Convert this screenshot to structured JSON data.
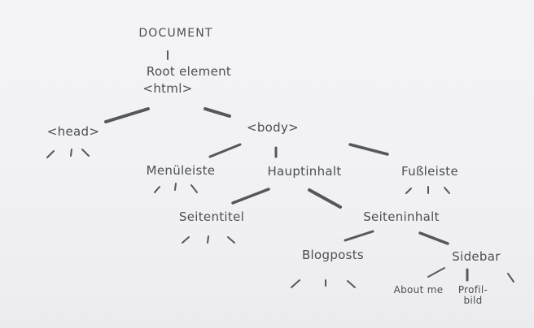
{
  "diagram": {
    "nodes": {
      "document": "DOCUMENT",
      "root_line1": "Root element",
      "root_line2": "<html>",
      "head": "<head>",
      "body": "<body>",
      "menuleiste": "Menüleiste",
      "hauptinhalt": "Hauptinhalt",
      "fussleiste": "Fußleiste",
      "seitentitel": "Seitentitel",
      "seiteninhalt": "Seiteninhalt",
      "blogposts": "Blogposts",
      "sidebar": "Sidebar",
      "about_me": "About me",
      "profilbild": "Profil-bild"
    }
  }
}
